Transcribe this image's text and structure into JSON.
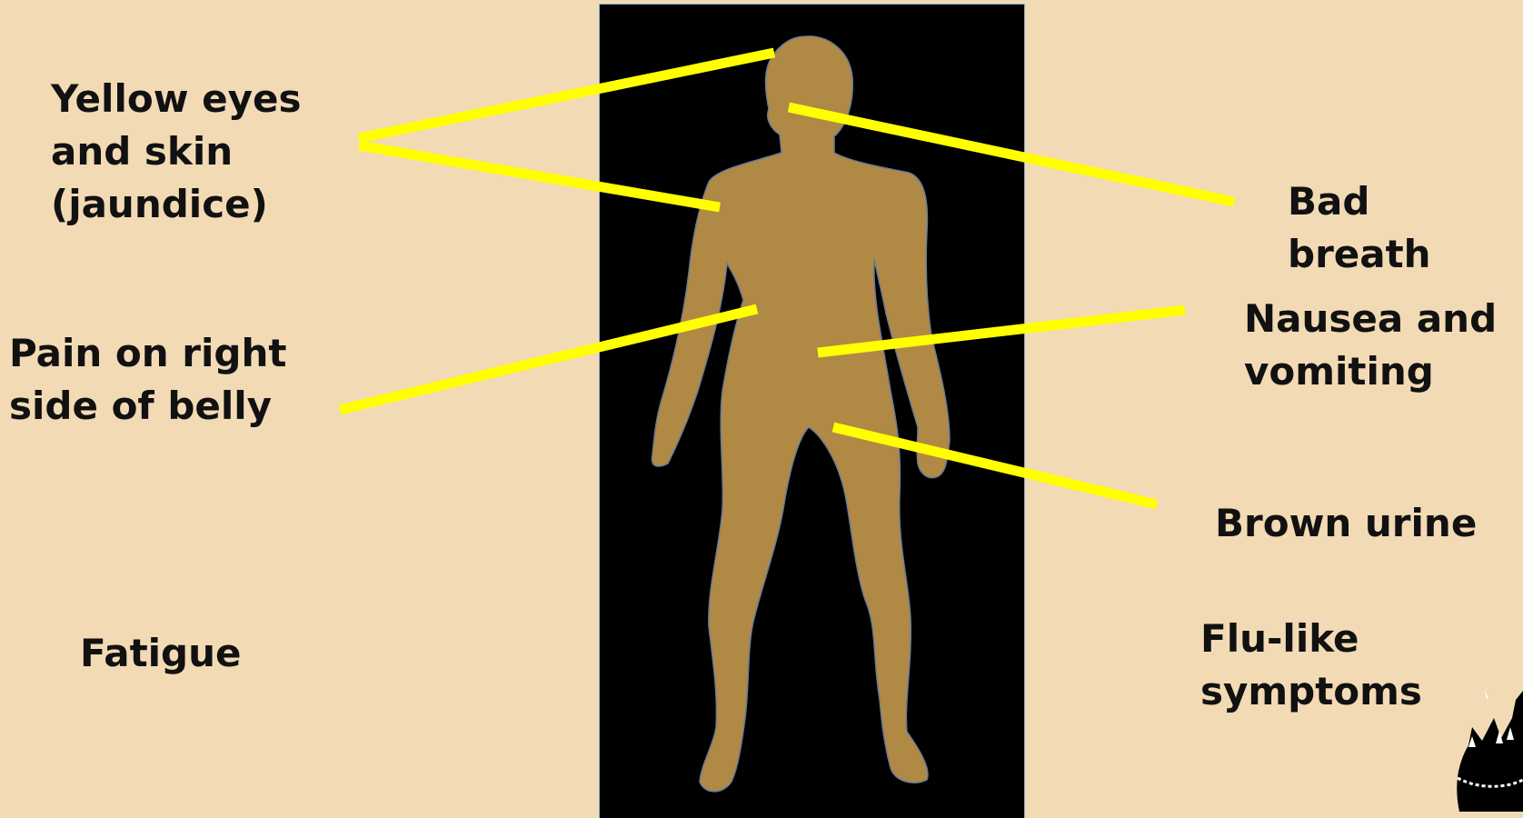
{
  "labels": {
    "yellow_eyes": "Yellow eyes\nand skin\n(jaundice)",
    "bad_breath": "Bad breath",
    "belly_pain": "Pain on right\nside of belly",
    "nausea": "Nausea and\nvomiting",
    "brown_urine": "Brown urine",
    "fatigue": "Fatigue",
    "flu_like": "Flu-like\nsymptoms"
  },
  "colors": {
    "background": "#f2dab5",
    "panel": "#000000",
    "figure": "#b08945",
    "pointer": "#ffff00",
    "text": "#111111"
  },
  "icons": {
    "logo": "cartoon-cat-logo-icon"
  }
}
